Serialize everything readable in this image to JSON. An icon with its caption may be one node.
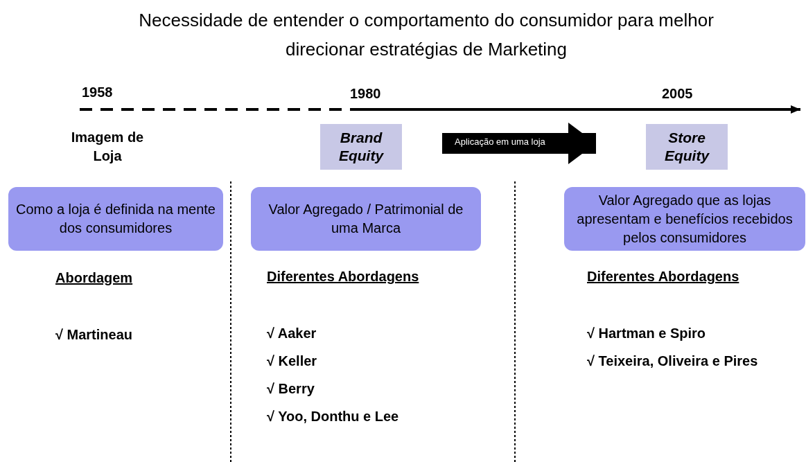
{
  "diagram": {
    "title": "Necessidade de entender o comportamento do consumidor para melhor direcionar estratégias de Marketing",
    "nodes": [
      {
        "text": [
          "Brand Equity"
        ]
      },
      {
        "text": [
          "Store Equity"
        ]
      },
      {
        "text": [
          "Como a loja é definida na mente dos consumidores"
        ]
      },
      {
        "text": [
          "Valor Agregado / Patrimonial de uma Marca"
        ]
      },
      {
        "text": [
          "Valor Agregado que as lojas apresentam e benefícios recebidos pelos consumidores"
        ]
      }
    ],
    "edges": [
      {
        "from": 0,
        "to": 1,
        "arrow": "to",
        "label": "Aplicação em uma loja"
      }
    ],
    "labels": [
      "1958",
      "1980",
      "2005",
      "Imagem de Loja",
      "Abordagem",
      "Diferentes Abordagens",
      "Diferentes Abordagens",
      "√ Martineau",
      "√ Aaker",
      "√ Hartman e Spiro",
      "√ Keller",
      "√ Teixeira, Oliveira e Pires",
      "√ Berry",
      "√ Yoo, Donthu e Lee"
    ]
  }
}
